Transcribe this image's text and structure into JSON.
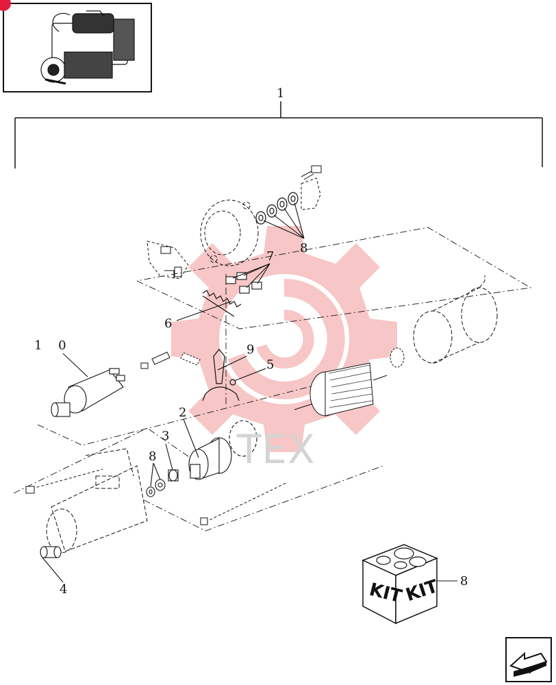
{
  "diagram": {
    "labels": {
      "p1": "1",
      "p2": "2",
      "p3": "3",
      "p4": "4",
      "p5": "5",
      "p6": "6",
      "p7": "7",
      "p8_top": "8",
      "p8_mid": "8",
      "p8_kit": "8",
      "p9": "9",
      "p10": "1 0"
    },
    "kit_box": {
      "face_left": "KIT",
      "face_right": "KIT"
    },
    "watermark": {
      "text": "TEX"
    },
    "colors": {
      "watermark": "#f5b3b3",
      "accent": "#e21a3c",
      "line": "#111111"
    }
  }
}
